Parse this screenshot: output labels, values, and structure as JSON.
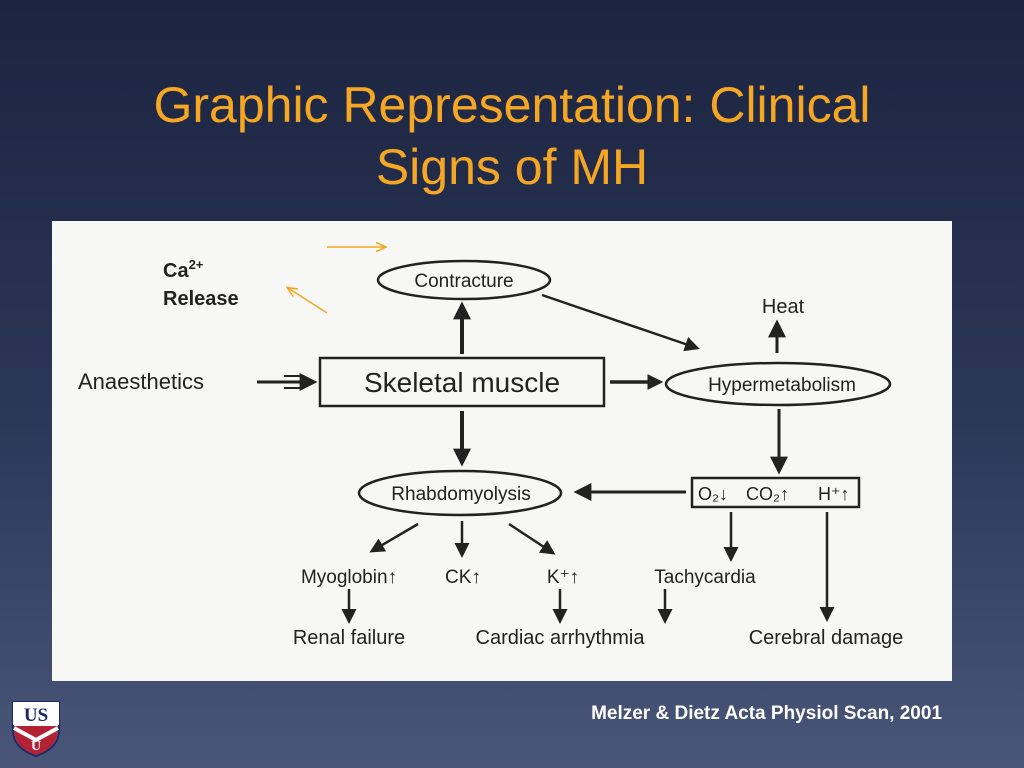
{
  "slide": {
    "title_line1": "Graphic Representation: Clinical",
    "title_line2": "Signs of MH",
    "citation": "Melzer & Dietz Acta Physiol Scan, 2001",
    "colors": {
      "title": "#f5a623",
      "annotation_arrow": "#f5a623",
      "citation": "#ffffff"
    }
  },
  "annotation": {
    "ca_label": "Ca",
    "ca_superscript": "2+",
    "release_label": "Release"
  },
  "diagram": {
    "contracture": "Contracture",
    "skeletal_muscle": "Skeletal muscle",
    "anaesthetics": "Anaesthetics",
    "heat": "Heat",
    "hypermetabolism": "Hypermetabolism",
    "rhabdomyolysis": "Rhabdomyolysis",
    "gas_o2": "O₂↓",
    "gas_co2": "CO₂↑",
    "gas_h": "H⁺↑",
    "myoglobin": "Myoglobin↑",
    "ck": "CK↑",
    "k": "K⁺↑",
    "tachycardia": "Tachycardia",
    "renal_failure": "Renal failure",
    "cardiac_arrhythmia": "Cardiac arrhythmia",
    "cerebral_damage": "Cerebral damage"
  },
  "logo": {
    "letters_top": "US",
    "letters_bottom": "U"
  }
}
